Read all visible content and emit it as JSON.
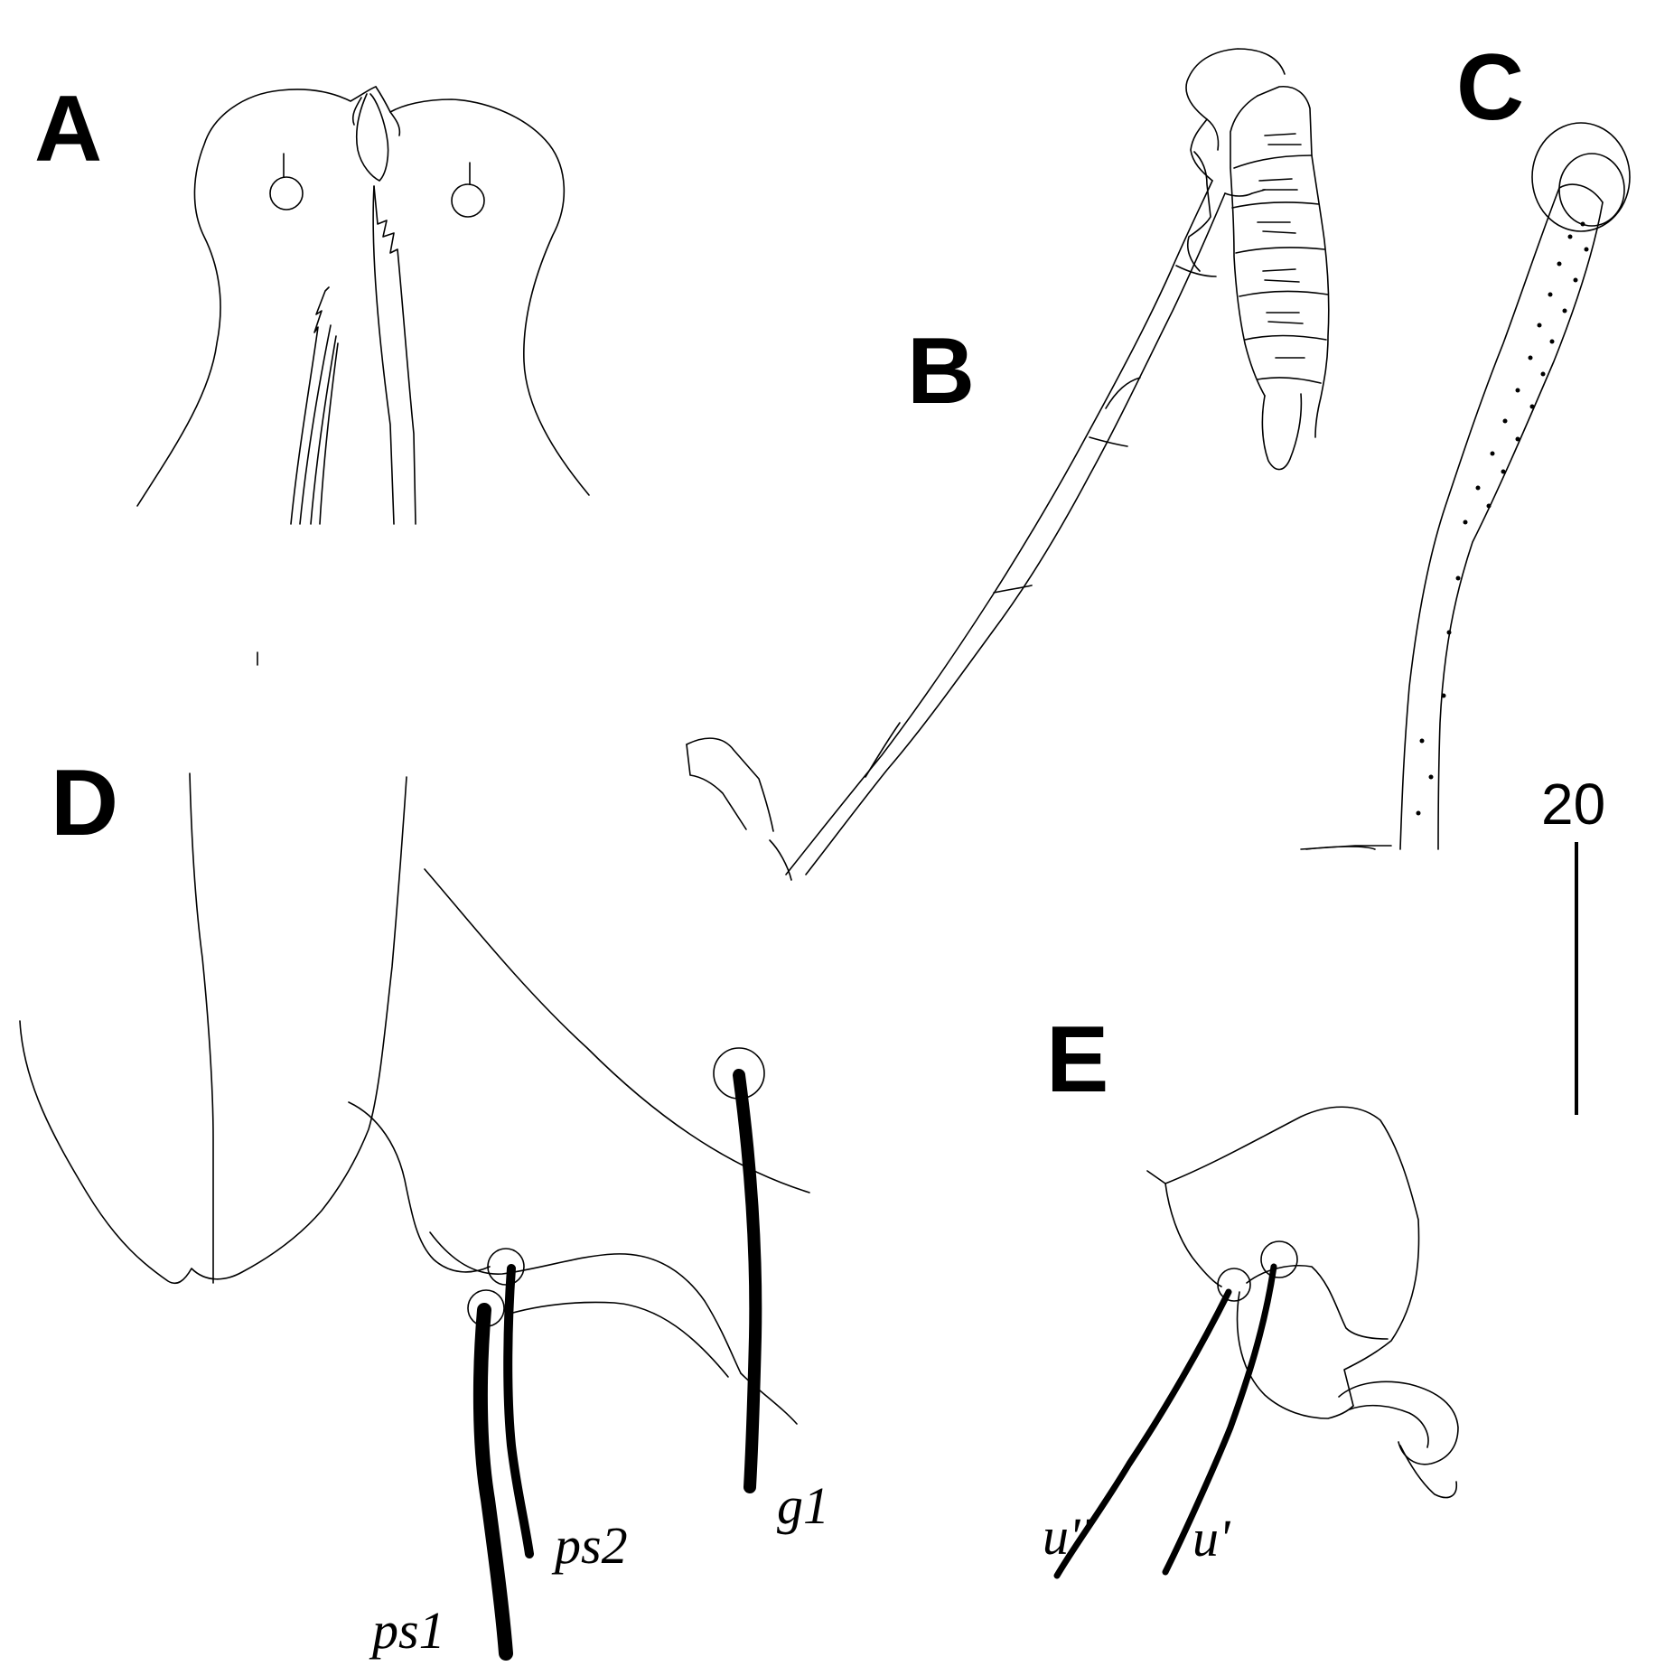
{
  "panels": {
    "a": {
      "letter": "A"
    },
    "b": {
      "letter": "B"
    },
    "c": {
      "letter": "C"
    },
    "d": {
      "letter": "D",
      "setae": {
        "ps1": "ps1",
        "ps2": "ps2",
        "g1": "g1"
      }
    },
    "e": {
      "letter": "E",
      "setae": {
        "u_double_prime": "u''",
        "u_prime": "u'"
      }
    }
  },
  "scale_bar": {
    "value": "20"
  },
  "colors": {
    "ink": "#000000",
    "background": "#ffffff"
  }
}
